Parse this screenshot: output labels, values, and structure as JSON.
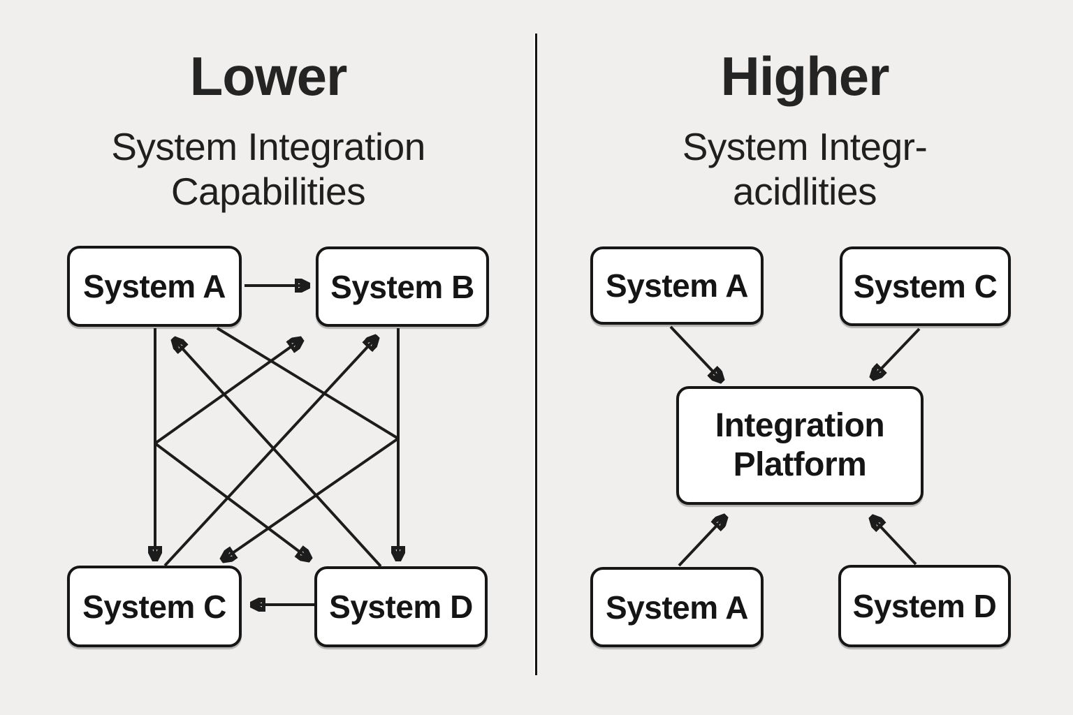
{
  "page": {
    "background_color": "#f0efed",
    "ink_color": "#1c1c1c"
  },
  "left_panel": {
    "title": "Lower",
    "subtitle_line1": "System Integration",
    "subtitle_line2": "Capabilities",
    "nodes": {
      "a": "System A",
      "b": "System B",
      "c": "System C",
      "d": "System D"
    },
    "connections": [
      "System A → System B",
      "System A → System C",
      "System B → System D",
      "System D → System C",
      "System D → System A",
      "System C → System B",
      "mid-left → System B",
      "mid-left → System D",
      "System A → mid-right",
      "mid-right → System C"
    ]
  },
  "right_panel": {
    "title": "Higher",
    "subtitle_line1": "System Integr-",
    "subtitle_line2": "acidlities",
    "nodes": {
      "top_left": "System A",
      "top_right": "System C",
      "hub_line1": "Integration",
      "hub_line2": "Platform",
      "bottom_left": "System A",
      "bottom_right": "System D"
    },
    "connections": [
      "System A (top) → Integration Platform",
      "System C (top) → Integration Platform",
      "System A (bottom) → Integration Platform",
      "System D (bottom) → Integration Platform"
    ]
  }
}
